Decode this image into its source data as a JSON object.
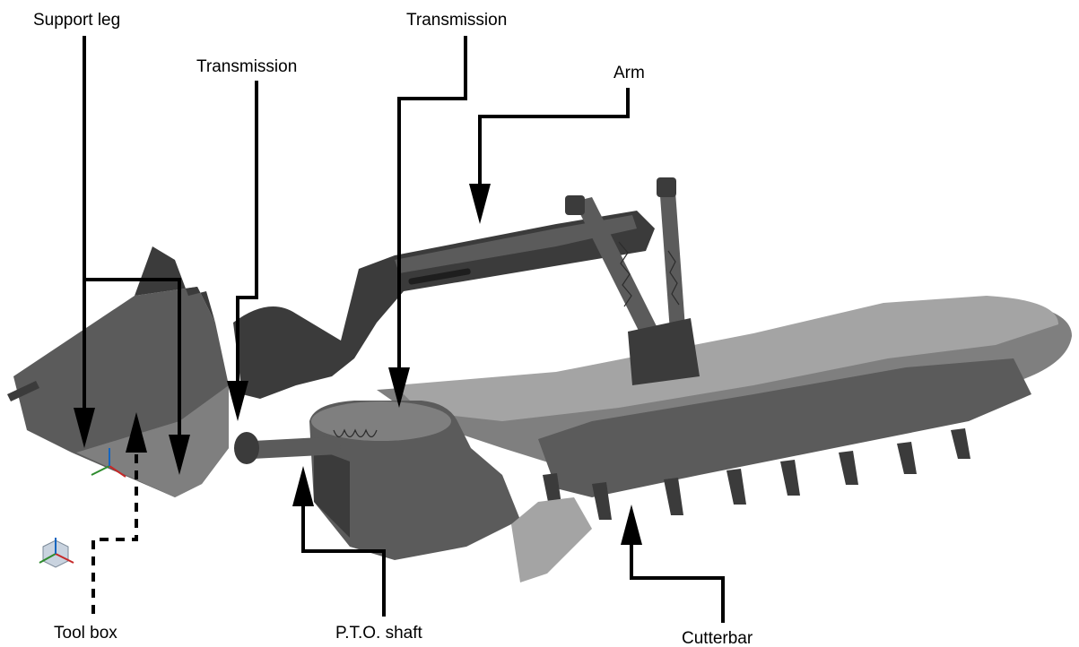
{
  "labels": {
    "support_leg": "Support leg",
    "transmission_left": "Transmission",
    "transmission_top": "Transmission",
    "arm": "Arm",
    "tool_box": "Tool box",
    "pto_shaft": "P.T.O. shaft",
    "cutterbar": "Cutterbar"
  },
  "colors": {
    "metal_dark": "#3b3b3b",
    "metal_mid": "#5b5b5b",
    "metal_light": "#7f7f7f",
    "metal_pale": "#a4a4a4",
    "leader": "#000000"
  }
}
